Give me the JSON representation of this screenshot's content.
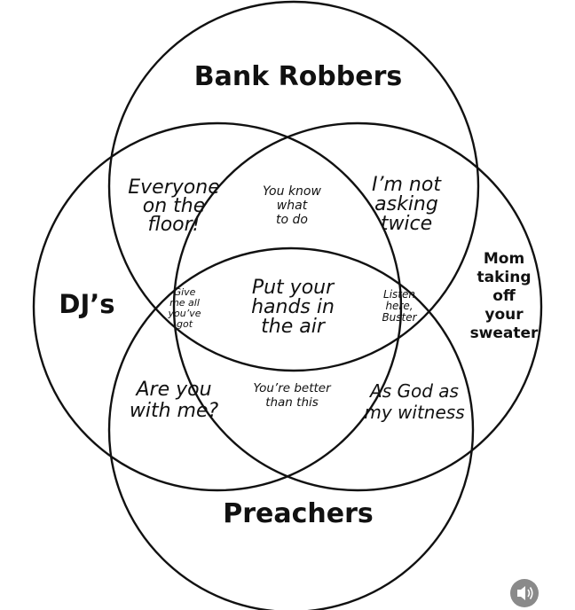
{
  "diagram": {
    "circles": [
      {
        "label": "Bank Robbers"
      },
      {
        "label": "DJ’s"
      },
      {
        "label": "Mom taking off your sweater"
      },
      {
        "label": "Preachers"
      }
    ],
    "regions": {
      "dj_bank": [
        "Everyone",
        "on the",
        "floor!"
      ],
      "bank_dj_center": [
        "You know",
        "what",
        "to do"
      ],
      "bank_mom": [
        "I’m not",
        "asking",
        "twice"
      ],
      "dj_small": [
        "Give",
        "me all",
        "you’ve",
        "got"
      ],
      "center": [
        "Put your",
        "hands in",
        "the air"
      ],
      "mom_small": [
        "Listen",
        "here,",
        "Buster"
      ],
      "dj_preacher": [
        "Are you",
        "with me?"
      ],
      "preacher_center": [
        "You’re better",
        "than this"
      ],
      "preacher_mom": [
        "As God as",
        "my witness"
      ],
      "mom_label": [
        "Mom",
        "taking",
        "off",
        "your",
        "sweater"
      ]
    }
  },
  "controls": {
    "sound_icon": "speaker-icon",
    "sound_button_color": "#8a8a8a"
  }
}
